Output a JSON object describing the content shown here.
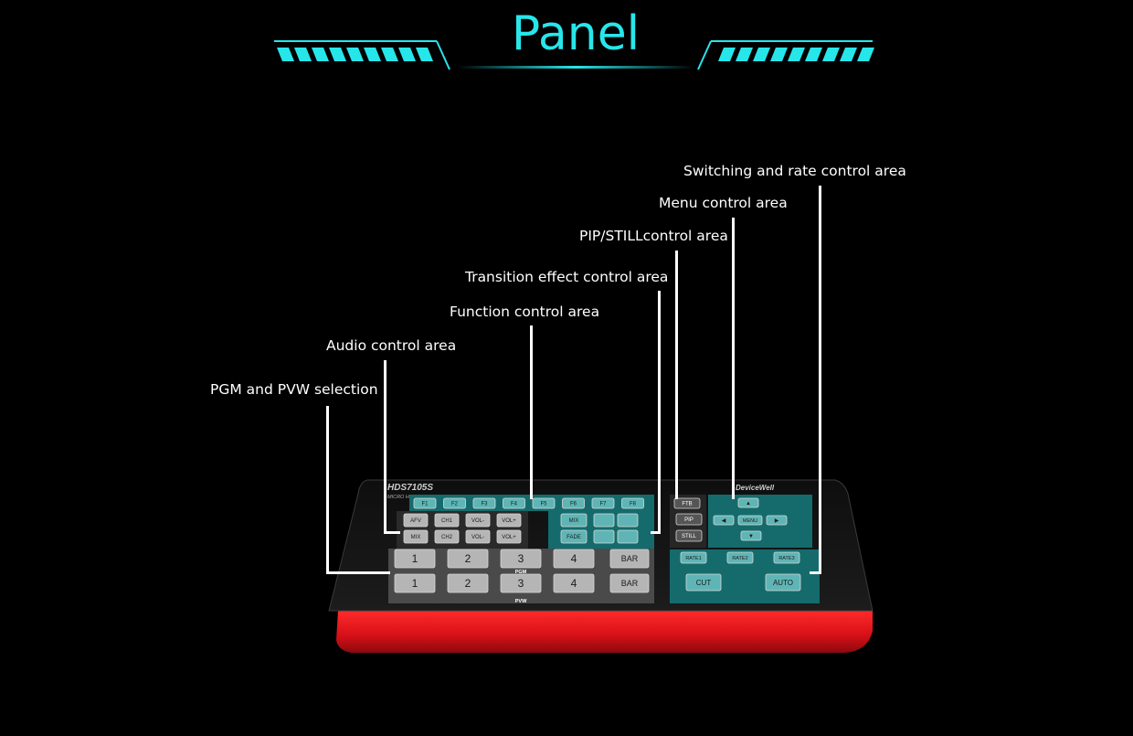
{
  "title": "Panel",
  "callouts": [
    {
      "id": "pgm-pvw",
      "text": "PGM and PVW selection"
    },
    {
      "id": "audio",
      "text": "Audio control area"
    },
    {
      "id": "function",
      "text": "Function control area"
    },
    {
      "id": "transition",
      "text": "Transition effect control area"
    },
    {
      "id": "pip-still",
      "text": "PIP/STILLcontrol area"
    },
    {
      "id": "menu",
      "text": "Menu control area"
    },
    {
      "id": "switching-rate",
      "text": "Switching and rate control area"
    }
  ],
  "device": {
    "model": "HDS7105S",
    "subtitle": "MICRO HD VIDEO SWITCHER",
    "brand": "DeviceWell",
    "function_keys": [
      "F1",
      "F2",
      "F3",
      "F4",
      "F5",
      "F6",
      "F7",
      "F8"
    ],
    "audio_keys_row1": [
      "AFV",
      "CH1",
      "VOL-",
      "VOL+"
    ],
    "audio_keys_row2": [
      "MIX",
      "CH2",
      "VOL-",
      "VOL+"
    ],
    "transition_keys": [
      "MIX",
      "FADE"
    ],
    "pgm_label": "PGM",
    "pvw_label": "PVW",
    "pgm_keys": [
      "1",
      "2",
      "3",
      "4",
      "BAR"
    ],
    "pvw_keys": [
      "1",
      "2",
      "3",
      "4",
      "BAR"
    ],
    "ftb_label": "FTB",
    "pip_label": "PIP",
    "still_label": "STILL",
    "menu_label": "MENU",
    "rate_keys": [
      "RATE1",
      "RATE2",
      "RATE3"
    ],
    "cut_label": "CUT",
    "auto_label": "AUTO"
  },
  "colors": {
    "accent": "#27e6ea",
    "panel_teal": "#156b6c",
    "chassis_red": "#e0141c",
    "key_grey": "#9a9a9a"
  }
}
